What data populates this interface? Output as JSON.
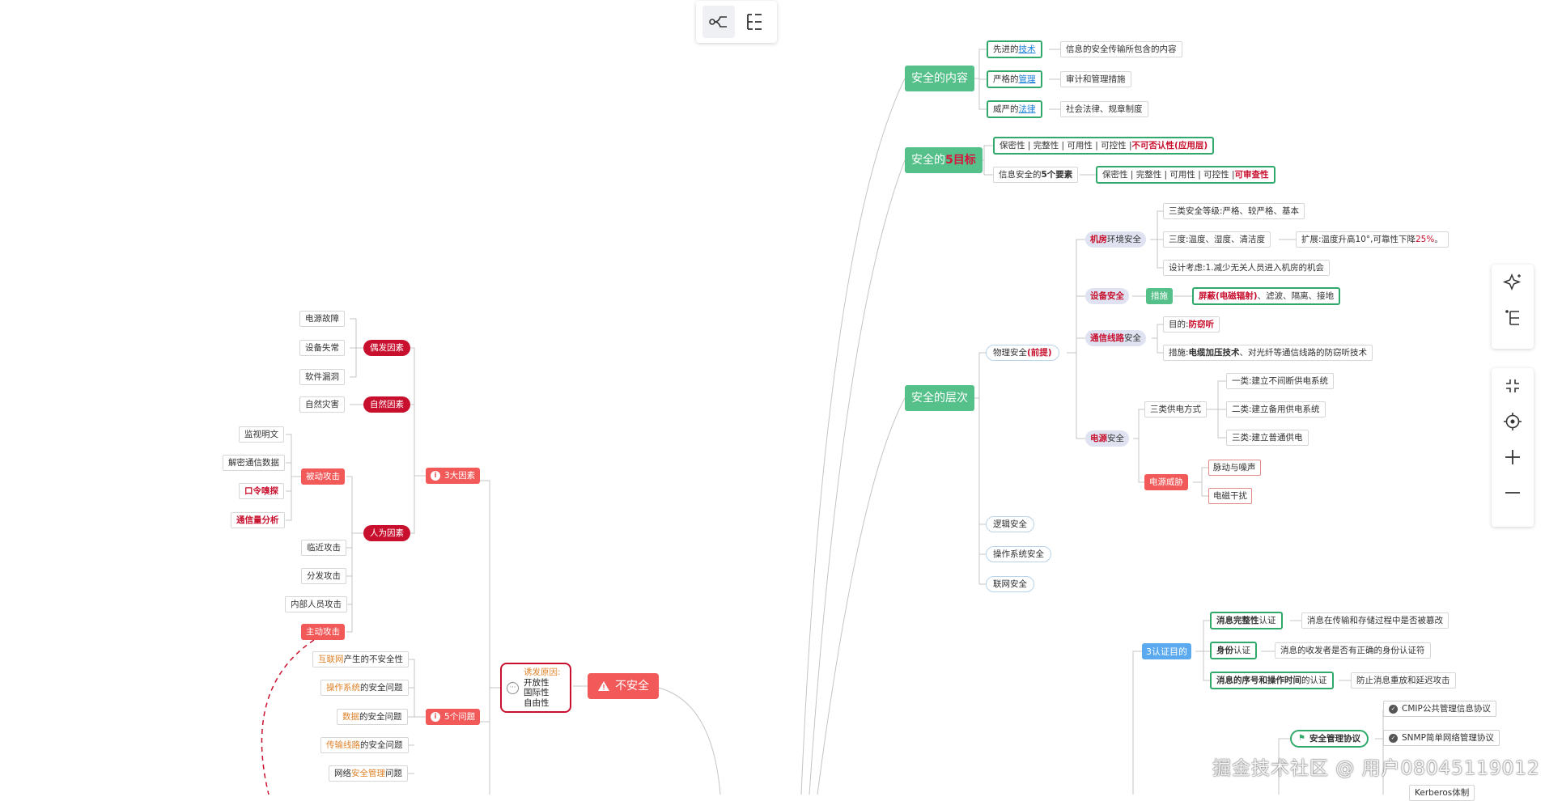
{
  "toolbar": {
    "mindmap_icon": "mindmap-icon",
    "outline_icon": "outline-icon"
  },
  "root": {
    "label": "不安全"
  },
  "cause_box": {
    "title": "诱发原因:",
    "items": [
      "开放性",
      "国际性",
      "自由性"
    ]
  },
  "left": {
    "factors": {
      "label": "3大因素"
    },
    "accidental": {
      "label": "偶发因素",
      "items": [
        "电源故障",
        "设备失常",
        "软件漏洞"
      ]
    },
    "natural": {
      "label": "自然因素",
      "items": [
        "自然灾害"
      ]
    },
    "human": {
      "label": "人为因素"
    },
    "passive": {
      "label": "被动攻击",
      "items": [
        "监视明文",
        "解密通信数据",
        "口令嗅探",
        "通信量分析"
      ]
    },
    "active_items": [
      "临近攻击",
      "分发攻击",
      "内部人员攻击"
    ],
    "active": {
      "label": "主动攻击"
    },
    "problems": {
      "label": "5个问题",
      "items": [
        {
          "pre": "",
          "hl": "互联网",
          "post": "产生的不安全性"
        },
        {
          "pre": "",
          "hl": "操作系统",
          "post": "的安全问题"
        },
        {
          "pre": "",
          "hl": "数据",
          "post": "的安全问题"
        },
        {
          "pre": "",
          "hl": "传输线路",
          "post": "的安全问题"
        },
        {
          "pre": "网络",
          "hl": "安全管理",
          "post": "问题"
        }
      ]
    }
  },
  "content": {
    "label": "安全的内容",
    "rows": [
      {
        "pre": "先进的",
        "hl": "技术",
        "desc": "信息的安全传输所包含的内容"
      },
      {
        "pre": "严格的",
        "hl": "管理",
        "desc": "审计和管理措施"
      },
      {
        "pre": "威严的",
        "hl": "法律",
        "desc": "社会法律、规章制度"
      }
    ]
  },
  "goals": {
    "label_pre": "安全的",
    "label_hl": "5目标",
    "row1": {
      "plain": "保密性 | 完整性 | 可用性 | 可控性 | ",
      "red": "不可否认性(应用层)"
    },
    "row2_label_pre": "信息安全的",
    "row2_label_hl": "5个要素",
    "row2": {
      "plain": "保密性 | 完整性 | 可用性 | 可控性 | ",
      "red": "可审查性"
    }
  },
  "levels": {
    "label": "安全的层次",
    "physical": {
      "pre": "物理安全 ",
      "hl": "(前提)"
    },
    "machine_room": {
      "hl": "机房",
      "post": "环境安全"
    },
    "mr_items": [
      "三类安全等级:严格、较严格、基本",
      "三度:温度、湿度、清洁度",
      "设计考虑:1.减少无关人员进入机房的机会"
    ],
    "expand": {
      "pre": "扩展:温度升高10°,可靠性下降",
      "hl": "25%",
      "post": "。"
    },
    "device": {
      "label": "设备安全"
    },
    "measure": {
      "label": "措施"
    },
    "shield": {
      "hl": "屏蔽(电磁辐射)",
      "post": "、滤波、隔离、接地"
    },
    "comm": {
      "hl": "通信线路",
      "post": "安全"
    },
    "comm_purpose": {
      "pre": "目的:",
      "hl": "防窃听"
    },
    "comm_measure": {
      "pre": "措施:",
      "hl": "电缆加压技术",
      "post": "、对光纤等通信线路的防窃听技术"
    },
    "power": {
      "hl": "电源",
      "post": "安全"
    },
    "supply": {
      "label": "三类供电方式",
      "items": [
        "一类:建立不间断供电系统",
        "二类:建立备用供电系统",
        "三类:建立普通供电"
      ]
    },
    "threat": {
      "label": "电源威胁",
      "items": [
        "脉动与噪声",
        "电磁干扰"
      ]
    },
    "others": [
      "逻辑安全",
      "操作系统安全",
      "联网安全"
    ]
  },
  "auth": {
    "label": "3认证目的",
    "rows": [
      {
        "hl": "消息完整性",
        "post": "认证",
        "desc": "消息在传输和存储过程中是否被篡改"
      },
      {
        "hl": "身份",
        "post": "认证",
        "desc": "消息的收发者是否有正确的身份认证符"
      },
      {
        "hl": "消息的序号和操作时间",
        "post": "的认证",
        "desc": "防止消息重放和延迟攻击"
      }
    ]
  },
  "protocols": {
    "label": "安全管理协议",
    "items": [
      "CMIP公共管理信息协议",
      "SNMP简单网络管理协议",
      "Kerberos体制"
    ]
  },
  "watermark": "掘金技术社区 @ 用户08045119012"
}
